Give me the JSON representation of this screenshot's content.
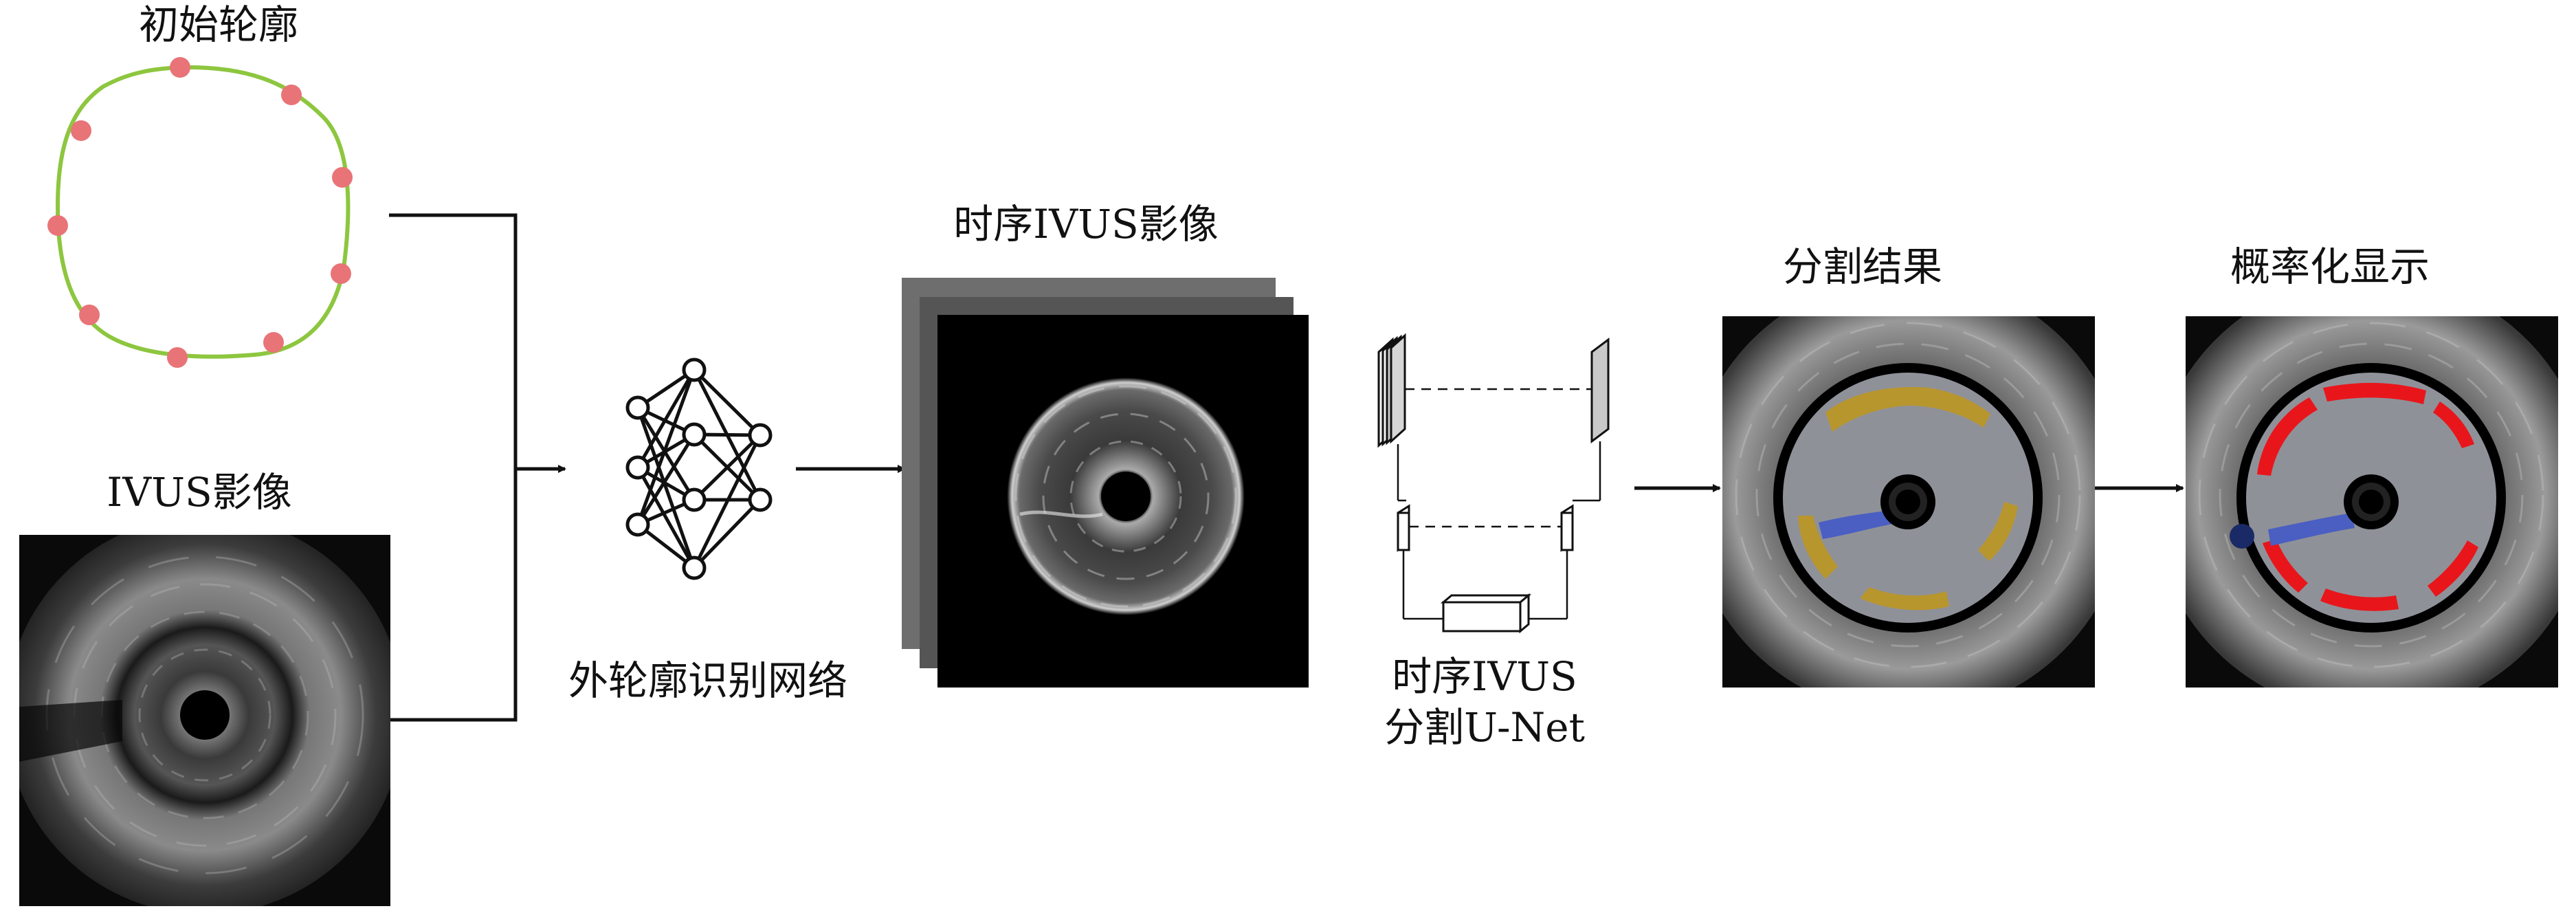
{
  "labels": {
    "initial_contour": "初始轮廓",
    "ivus_image": "IVUS影像",
    "contour_network": "外轮廓识别网络",
    "temporal_ivus": "时序IVUS影像",
    "unet_line1": "时序IVUS",
    "unet_line2": "分割U-Net",
    "segmentation_result": "分割结果",
    "probability_display": "概率化显示"
  },
  "colors": {
    "contour_ring": "#8dc63f",
    "contour_point": "#e87478",
    "arrow": "#111111",
    "calcium_yellow": "#b8962e",
    "plaque_gray": "#8f9199",
    "guidewire_blue": "#4a5fc1",
    "probability_red": "#e8161b"
  }
}
